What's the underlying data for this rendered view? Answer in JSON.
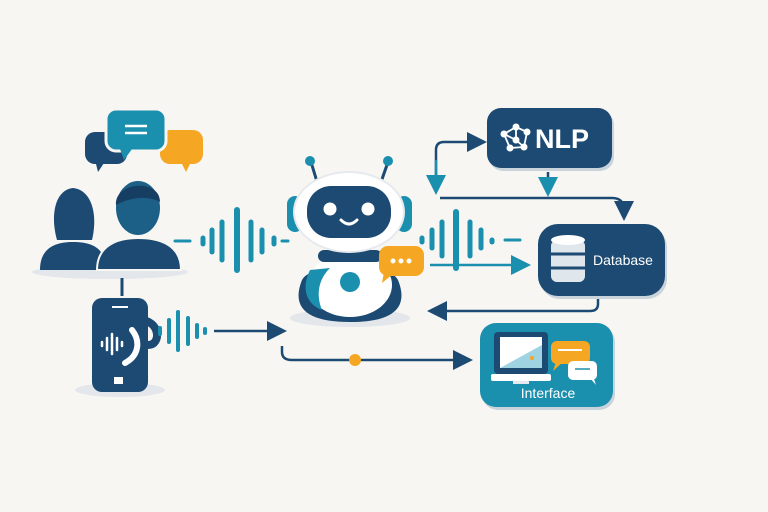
{
  "nodes": {
    "nlp": {
      "label": "NLP"
    },
    "database": {
      "label": "Database"
    },
    "interface": {
      "label": "Interface"
    }
  },
  "icons": [
    "chat-bubbles-icon",
    "users-icon",
    "phone-voice-icon",
    "sound-wave-icon",
    "robot-icon",
    "network-icon",
    "database-icon",
    "monitor-icon"
  ],
  "colors": {
    "background": "#f7f6f3",
    "navy": "#1c4a72",
    "teal": "#1b8fae",
    "orange": "#f5a623"
  }
}
